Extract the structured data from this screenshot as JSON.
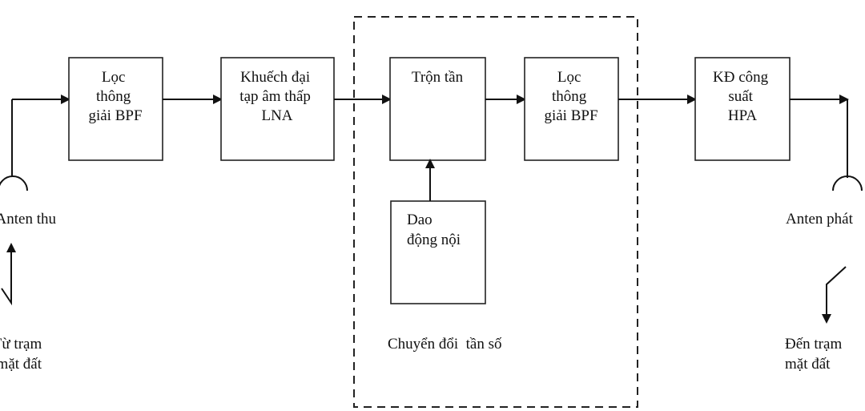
{
  "blocks": {
    "bpf1": {
      "lines": [
        "Lọc",
        "thông",
        "giải BPF"
      ]
    },
    "lna": {
      "lines": [
        "Khuếch đại",
        "tạp âm thấp",
        "LNA"
      ]
    },
    "mixer": {
      "lines": [
        "Trộn tần"
      ]
    },
    "bpf2": {
      "lines": [
        "Lọc",
        "thông",
        "giải BPF"
      ]
    },
    "hpa": {
      "lines": [
        "KĐ công",
        "suất",
        "HPA"
      ]
    },
    "lo": {
      "lines": [
        "Dao",
        "động nội"
      ]
    }
  },
  "labels": {
    "rx_antenna": "Anten thu",
    "tx_antenna": "Anten phát",
    "from_ground": [
      "Từ trạm",
      "mặt đất"
    ],
    "to_ground": [
      "Đến trạm",
      "mặt đất"
    ],
    "freq_conversion": "Chuyển đổi  tần số"
  }
}
